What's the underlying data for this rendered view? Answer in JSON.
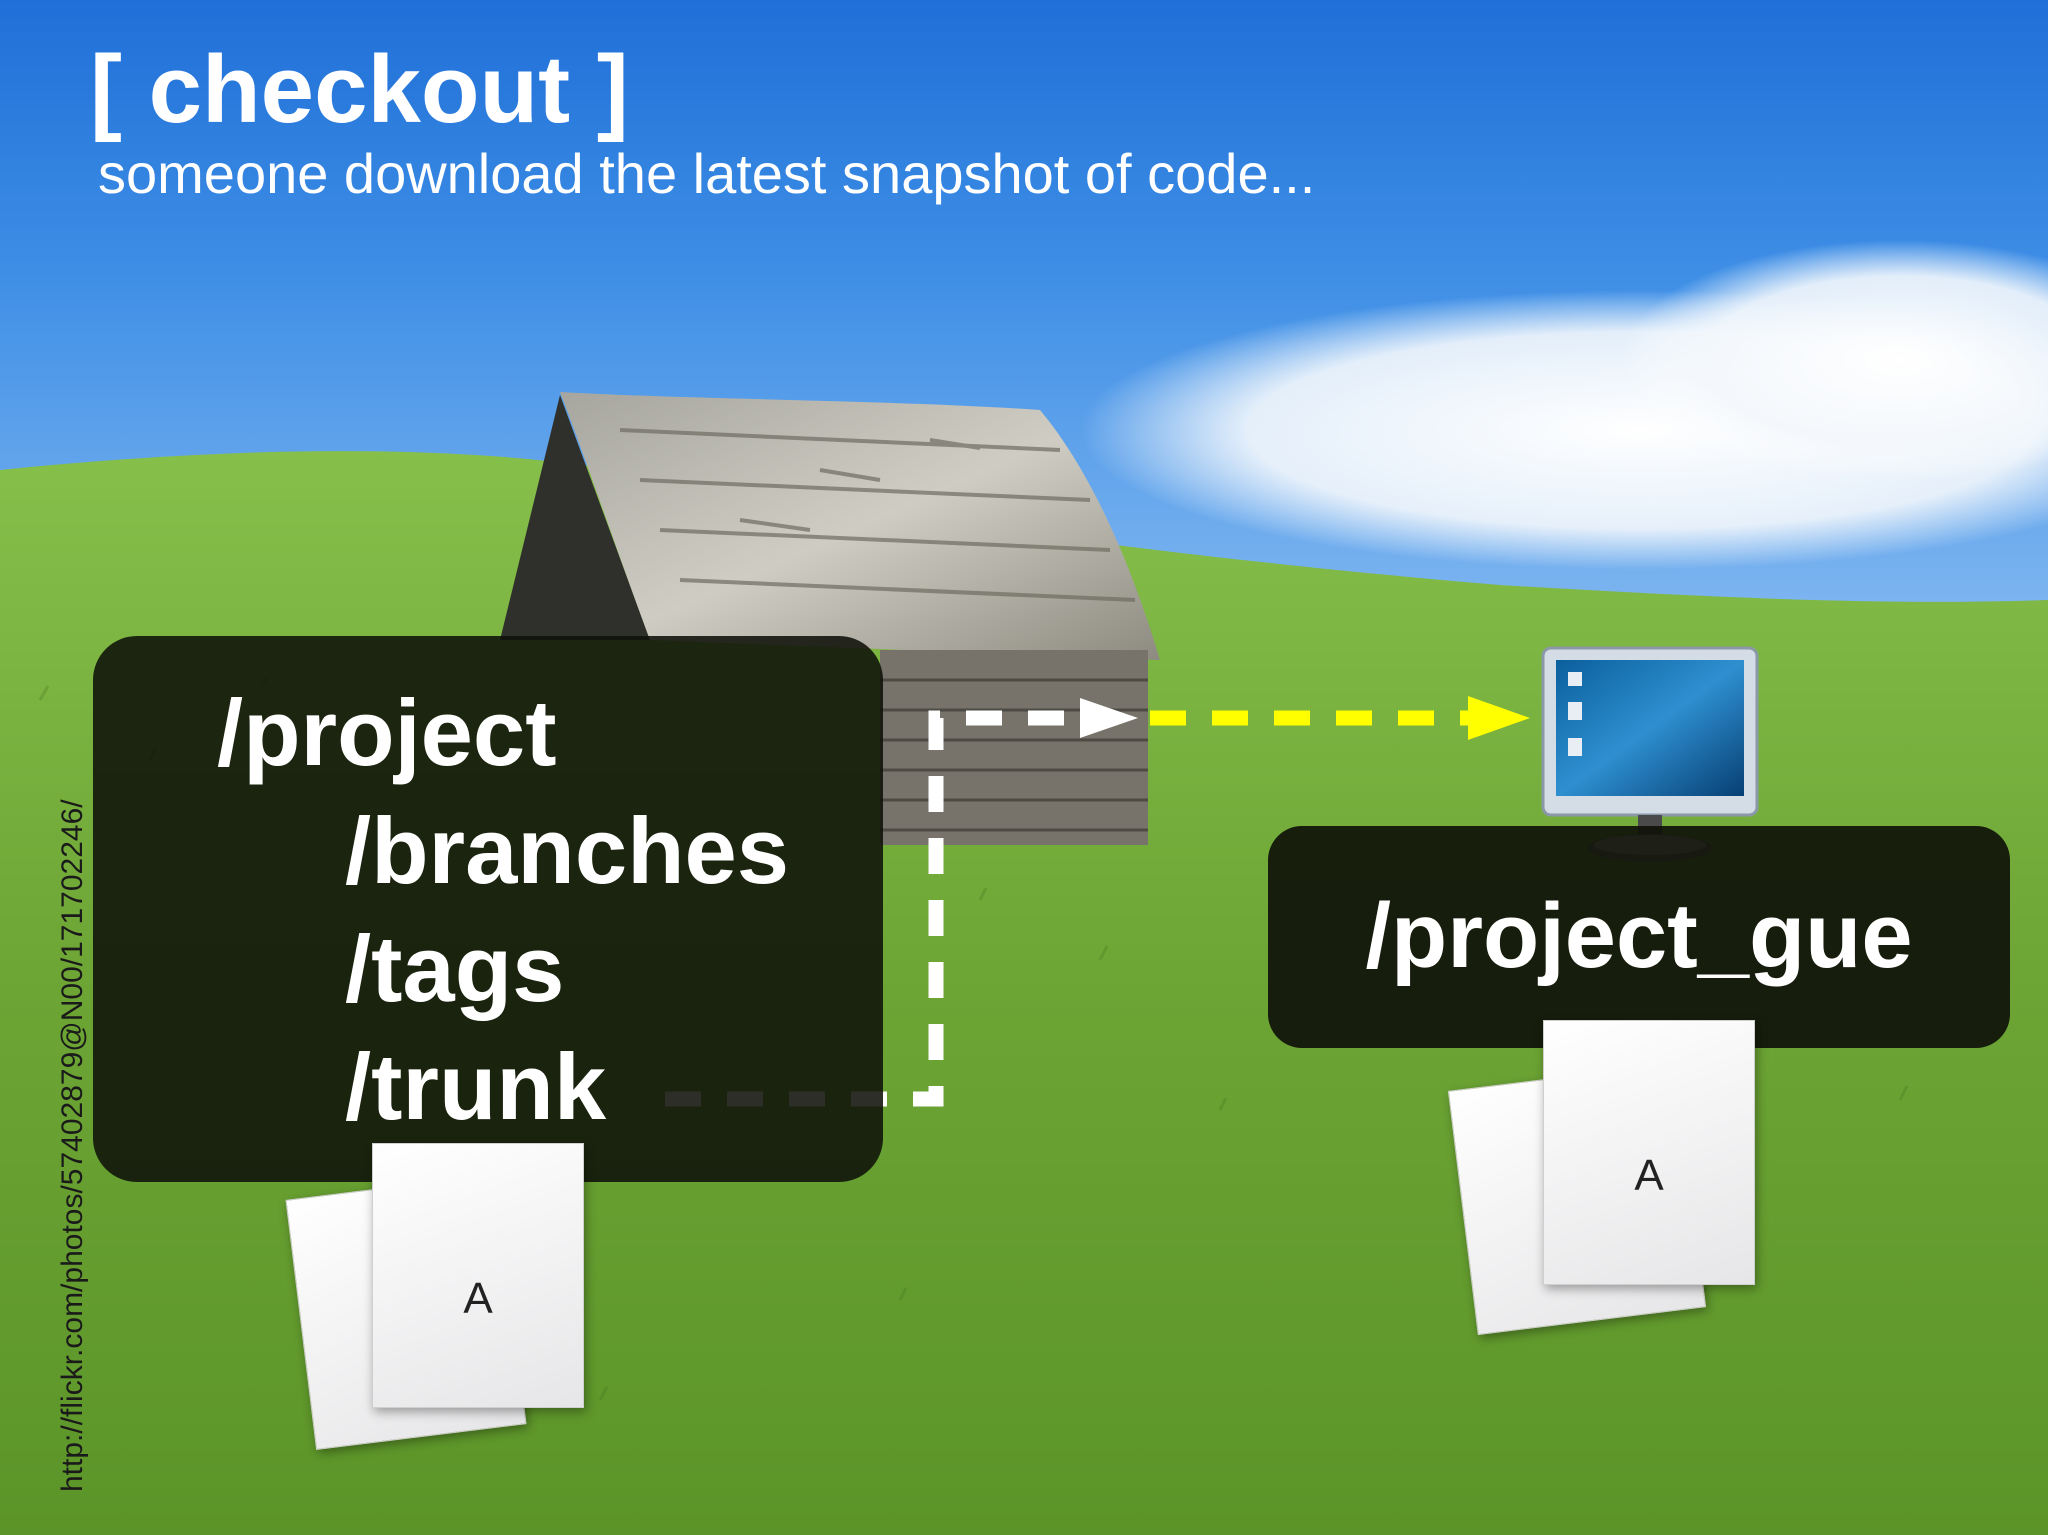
{
  "slide": {
    "title": "[ checkout ]",
    "subtitle": "someone download the latest snapshot of code...",
    "photo_credit": "http://flickr.com/photos/57402879@N00/171702246/"
  },
  "repository": {
    "root": "/project",
    "folders": [
      "/branches",
      "/tags",
      "/trunk"
    ],
    "document_label": "A"
  },
  "working_copy": {
    "label": "/project_gue",
    "document_label": "A"
  },
  "colors": {
    "sky": "#3f8fe6",
    "grass": "#6da535",
    "panel": "#0f1109",
    "arrow_repo": "#ffffff",
    "arrow_transfer": "#ffff00"
  },
  "icons": [
    "barn-photo",
    "computer-monitor-icon",
    "document-icon"
  ]
}
